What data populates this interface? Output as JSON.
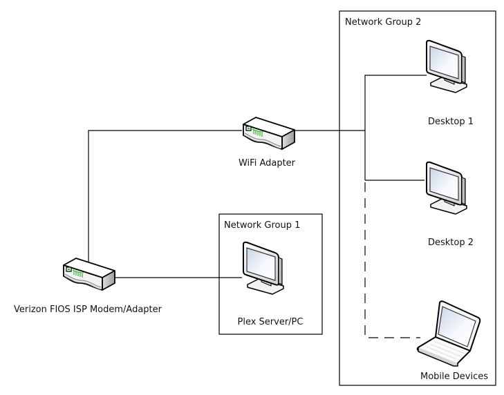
{
  "diagram": {
    "type": "network-topology",
    "nodes": {
      "modem": {
        "label": "Verizon FIOS ISP Modem/Adapter",
        "icon": "modem-icon"
      },
      "wifi": {
        "label": "WiFi Adapter",
        "icon": "router-icon"
      },
      "plex": {
        "label": "Plex Server/PC",
        "icon": "monitor-icon"
      },
      "desktop1": {
        "label": "Desktop 1",
        "icon": "monitor-icon"
      },
      "desktop2": {
        "label": "Desktop 2",
        "icon": "monitor-icon"
      },
      "mobile": {
        "label": "Mobile Devices",
        "icon": "laptop-icon"
      }
    },
    "groups": {
      "group1": {
        "label": "Network Group 1",
        "members": [
          "plex"
        ]
      },
      "group2": {
        "label": "Network Group 2",
        "members": [
          "desktop1",
          "desktop2",
          "mobile"
        ]
      }
    },
    "connections": [
      {
        "from": "modem",
        "to": "wifi",
        "style": "solid"
      },
      {
        "from": "modem",
        "to": "plex",
        "style": "solid"
      },
      {
        "from": "wifi",
        "to": "desktop1",
        "style": "solid"
      },
      {
        "from": "wifi",
        "to": "desktop2",
        "style": "solid"
      },
      {
        "from": "wifi",
        "to": "mobile",
        "style": "dashed"
      }
    ],
    "colors": {
      "line": "#000000",
      "device_led": "#2db82d",
      "screen": "#dde6f3"
    }
  }
}
